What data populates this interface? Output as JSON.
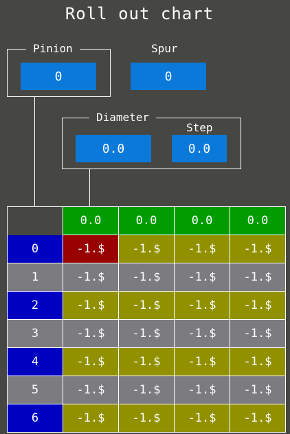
{
  "title": "Roll out chart",
  "pinion": {
    "label": "Pinion",
    "value": "0"
  },
  "spur": {
    "label": "Spur",
    "value": "0"
  },
  "diameter": {
    "label": "Diameter",
    "value": "0.0"
  },
  "step": {
    "label": "Step",
    "value": "0.0"
  },
  "table": {
    "column_headers": [
      "0.0",
      "0.0",
      "0.0",
      "0.0"
    ],
    "rows": [
      {
        "label": "0",
        "cells": [
          "-1.$",
          "-1.$",
          "-1.$",
          "-1.$"
        ]
      },
      {
        "label": "1",
        "cells": [
          "-1.$",
          "-1.$",
          "-1.$",
          "-1.$"
        ]
      },
      {
        "label": "2",
        "cells": [
          "-1.$",
          "-1.$",
          "-1.$",
          "-1.$"
        ]
      },
      {
        "label": "3",
        "cells": [
          "-1.$",
          "-1.$",
          "-1.$",
          "-1.$"
        ]
      },
      {
        "label": "4",
        "cells": [
          "-1.$",
          "-1.$",
          "-1.$",
          "-1.$"
        ]
      },
      {
        "label": "5",
        "cells": [
          "-1.$",
          "-1.$",
          "-1.$",
          "-1.$"
        ]
      },
      {
        "label": "6",
        "cells": [
          "-1.$",
          "-1.$",
          "-1.$",
          "-1.$"
        ]
      }
    ]
  },
  "colors": {
    "background": "#464743",
    "field": "#0a79d9",
    "header": "#009c00",
    "row_label_blue": "#0000c0",
    "row_gray": "#7c7c80",
    "cell_olive": "#919100",
    "cell_selected": "#990000"
  }
}
